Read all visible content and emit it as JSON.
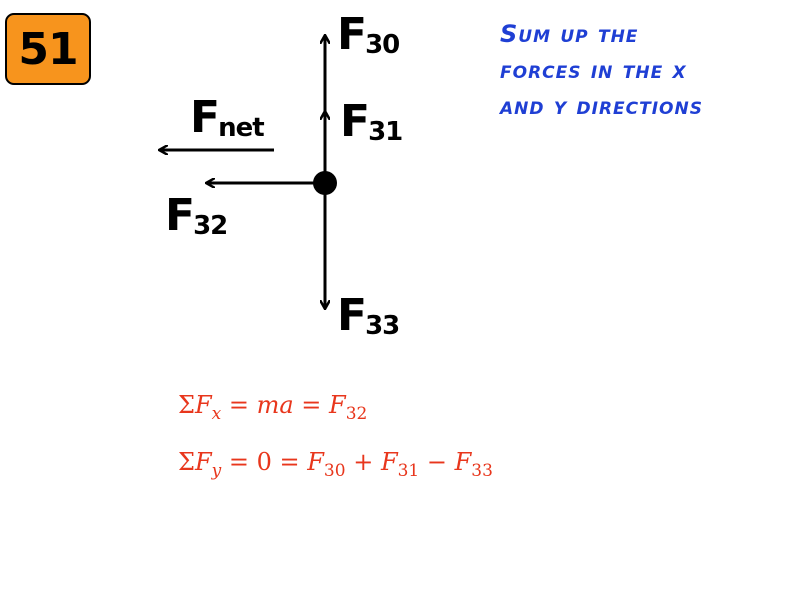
{
  "slide": {
    "number": "51",
    "badge_color": "#f7941d"
  },
  "instructions": {
    "line1": "Sum up the",
    "line2": "forces in the x",
    "line3": "and y directions",
    "color": "#1f3fd4"
  },
  "forces": {
    "f30": {
      "base": "F",
      "sub": "30"
    },
    "f31": {
      "base": "F",
      "sub": "31"
    },
    "f32": {
      "base": "F",
      "sub": "32"
    },
    "f33": {
      "base": "F",
      "sub": "33"
    },
    "fnet": {
      "base": "F",
      "sub": "net"
    }
  },
  "equations": {
    "color": "#e8361c",
    "eq_x": {
      "sigma": "Σ",
      "F": "F",
      "sub_x": "x",
      "eq1": " = ",
      "ma": "ma",
      "eq2": " = ",
      "F2": "F",
      "sub_32": "32"
    },
    "eq_y": {
      "sigma": "Σ",
      "F": "F",
      "sub_y": "y",
      "eq1": " = ",
      "zero": "0",
      "eq2": " = ",
      "Fa": "F",
      "sub_30": "30",
      "plus": " + ",
      "Fb": "F",
      "sub_31": "31",
      "minus": " − ",
      "Fc": "F",
      "sub_33": "33"
    }
  }
}
